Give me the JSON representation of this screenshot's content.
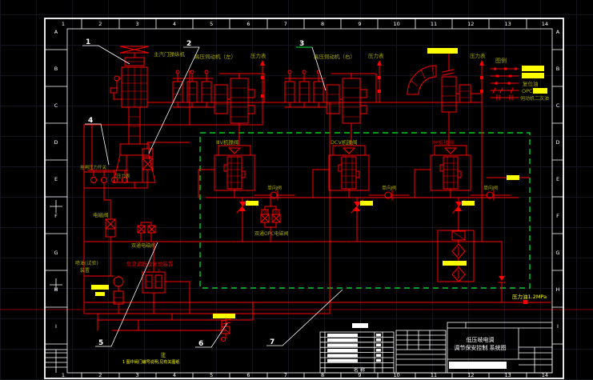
{
  "colors": {
    "background": "#000000",
    "line_red": "#ff0000",
    "dark_red_line": "#8a0000",
    "label_olive": "#a9a900",
    "highlight_yellow": "#ffff00",
    "frame_white": "#ffffff",
    "dashed_green": "#00cc22",
    "grid": "#14141d"
  },
  "frame": {
    "top_numbers": [
      "1",
      "2",
      "3",
      "4",
      "5",
      "6",
      "7",
      "8",
      "9",
      "10",
      "11",
      "12",
      "13",
      "14"
    ],
    "bottom_numbers": [
      "1",
      "2",
      "3",
      "4",
      "5",
      "6",
      "7",
      "8",
      "9",
      "10",
      "11",
      "12",
      "13",
      "14"
    ],
    "left_letters": [
      "A",
      "B",
      "C",
      "D",
      "E",
      "F",
      "G",
      "H",
      "I"
    ],
    "right_letters": [
      "A",
      "B",
      "C",
      "D",
      "E",
      "F",
      "G",
      "H",
      "I"
    ]
  },
  "balloons": {
    "b1": "1",
    "b2": "2",
    "b3": "3",
    "b4": "4",
    "b5": "5",
    "b6": "6",
    "b7": "7"
  },
  "labels": {
    "main_stop_valve": "主汽门操纵机",
    "hp_servo_left": "高压伺动机（左）",
    "hp_servo_right": "高压伺动机（右）",
    "pressure_gauge": "压力表",
    "latch_pressure_switch": "挂闸压力开关",
    "solenoid_valve": "电磁阀",
    "dual_solenoid": "双通电磁阀",
    "spray_line1": "喷油(试验)",
    "spray_line2": "装置",
    "trip_reset": "危急遮断及复位装置",
    "pilot_left": "ⅢⅤ机操阀",
    "pilot_mid": "DCⅤ机操阀",
    "pilot_right": "ⅡⅤ机操阀",
    "check_valve": "单向阀",
    "opc_solenoid": "双通OPC电磁阀",
    "pressure_oil": "压力油1.2MPa"
  },
  "legend": {
    "title": "图例",
    "reset_oil": "复位油",
    "opc": "OPC",
    "servo_secondary": "伺动机二次油"
  },
  "note": {
    "marker": "注",
    "line1": "1 图中阀门编号说明,见有关图纸"
  },
  "title_block": {
    "line1": "低压岐电调",
    "line2": "调节保安控制 系统图",
    "name_header": "名 称"
  }
}
